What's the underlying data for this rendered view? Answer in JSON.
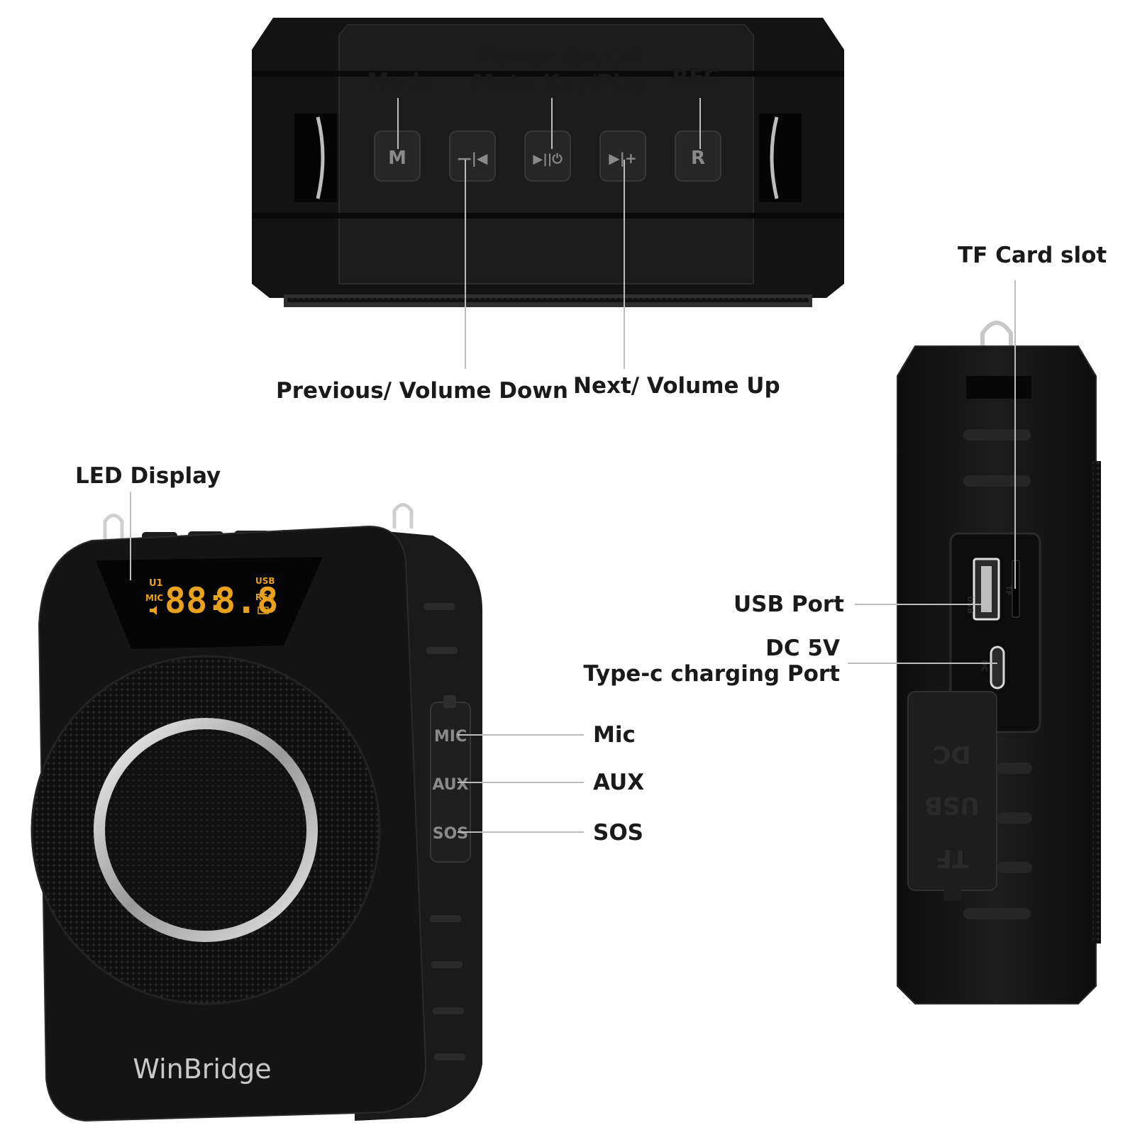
{
  "labels": {
    "mode": "Mode",
    "power_line1": "Power On/Off",
    "power_line2": "Mute Key/Play",
    "rec": "REC",
    "previous": "Previous/ Volume Down",
    "next": "Next/ Volume Up",
    "tf_card_slot": "TF Card slot",
    "led_display": "LED Display",
    "usb_port": "USB Port",
    "dc_line1": "DC 5V",
    "dc_line2": "Type-c charging Port",
    "mic": "Mic",
    "aux": "AUX",
    "sos": "SOS"
  },
  "top_view": {
    "buttons": [
      "M",
      "—|◀",
      "▶||⏻",
      "▶|+",
      "R"
    ]
  },
  "lcd": {
    "u1": "U1",
    "mic": "MIC",
    "digits_left": "88",
    "colon": ":",
    "digits_right": "8.8",
    "usb": "USB",
    "rec": "REC"
  },
  "front_view": {
    "brand": "WinBridge",
    "jacks": [
      "MIC",
      "AUX",
      "SOS"
    ]
  },
  "side_view": {
    "port_labels": [
      "USB",
      "TF",
      "DC"
    ],
    "cover_text": [
      "DC",
      "USB",
      "TF"
    ]
  },
  "colors": {
    "body": "#141414",
    "body_edge": "#262626",
    "lcd_amber": "#e8a21e",
    "leader_line": "#bdbdbd",
    "label_text": "#1a1a1a",
    "ring": "#d9d9d9"
  }
}
